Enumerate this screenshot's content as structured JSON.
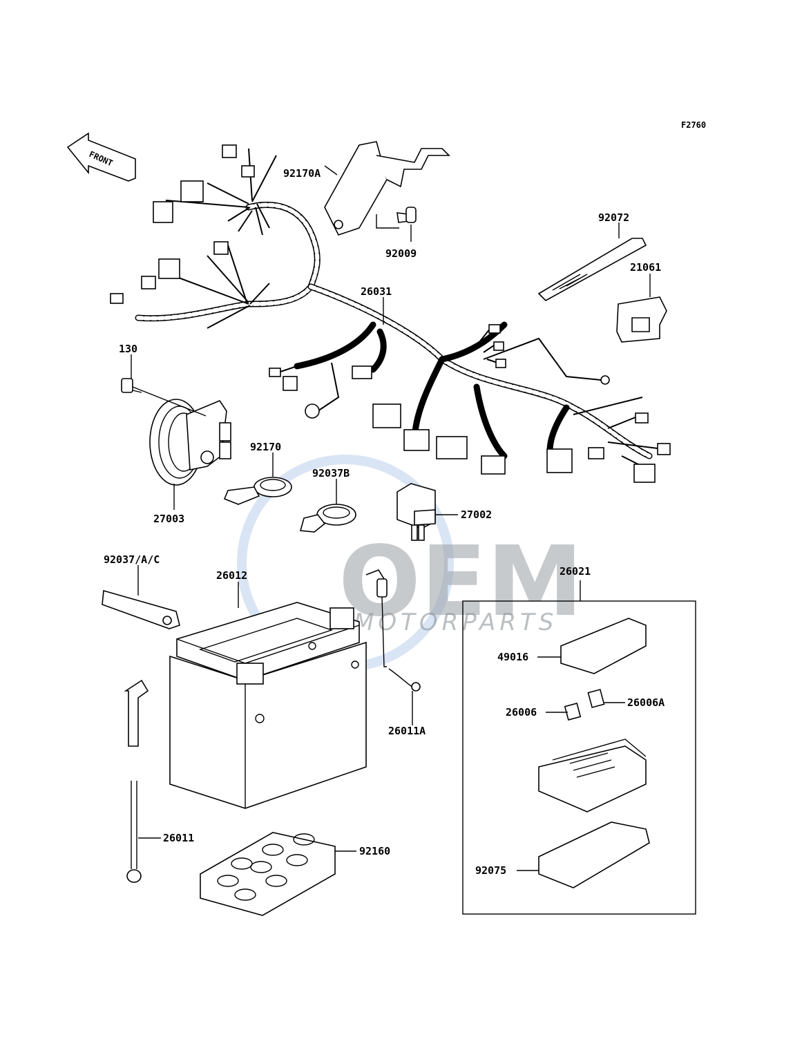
{
  "figure_code": "F2760",
  "front_label": "FRONT",
  "watermark": {
    "brand": "OEM",
    "sub": "MOTORPARTS"
  },
  "callouts": {
    "c92170A": "92170A",
    "c92009": "92009",
    "c92072": "92072",
    "c21061": "21061",
    "c26031": "26031",
    "c130": "130",
    "c92170": "92170",
    "c92037B": "92037B",
    "c27002": "27002",
    "c27003": "27003",
    "c92037AC": "92037/A/C",
    "c26012": "26012",
    "c26021": "26021",
    "c49016": "49016",
    "c26006": "26006",
    "c26006A": "26006A",
    "c26011A": "26011A",
    "c26011": "26011",
    "c92160": "92160",
    "c92075": "92075"
  }
}
